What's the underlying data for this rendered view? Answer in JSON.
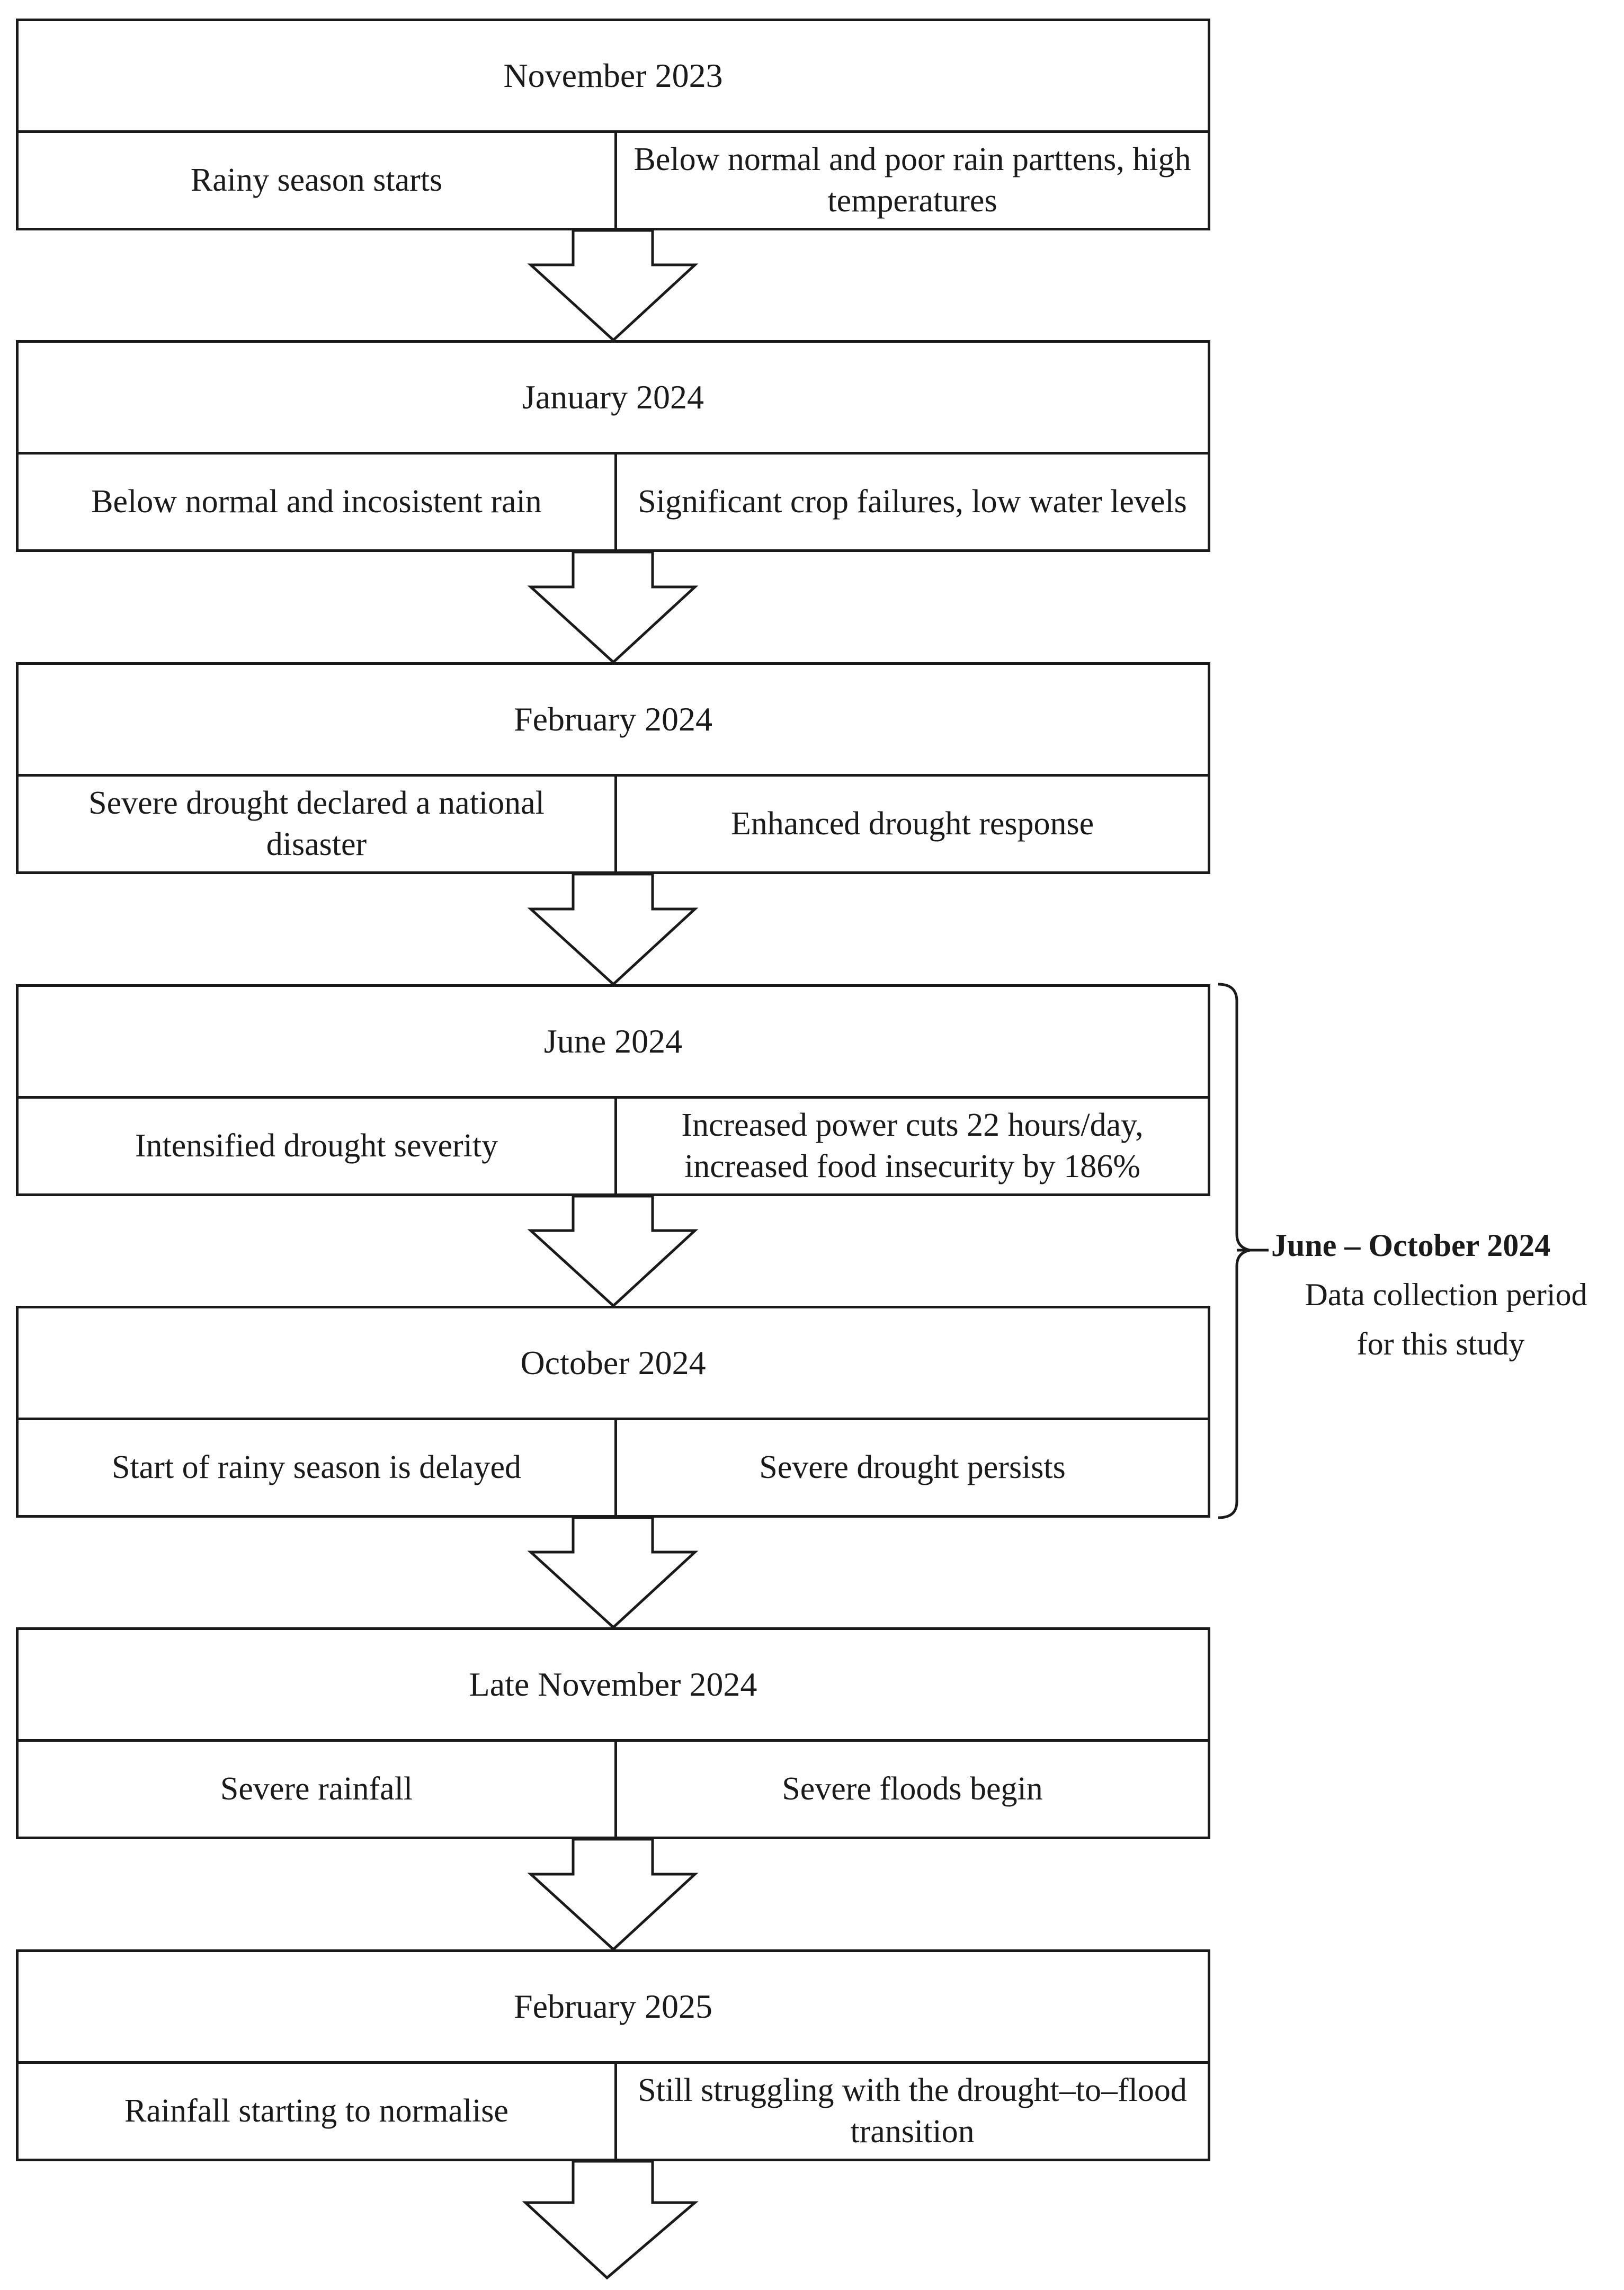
{
  "stages": [
    {
      "title": "November 2023",
      "left": "Rainy season starts",
      "right": "Below normal and poor rain parttens, high temperatures"
    },
    {
      "title": "January 2024",
      "left": "Below normal  and incosistent rain",
      "right": "Significant crop failures, low water levels"
    },
    {
      "title": "February 2024",
      "left": "Severe drought declared a national disaster",
      "right": "Enhanced drought response"
    },
    {
      "title": "June 2024",
      "left": "Intensified drought severity",
      "right": "Increased power cuts 22 hours/day, increased food insecurity by 186%"
    },
    {
      "title": "October 2024",
      "left": "Start of rainy season is delayed",
      "right": "Severe drought persists"
    },
    {
      "title": "Late November 2024",
      "left": "Severe rainfall",
      "right": "Severe floods begin"
    },
    {
      "title": "February 2025",
      "left": "Rainfall starting to normalise",
      "right": "Still struggling with the drought–to–flood transition"
    }
  ],
  "bracket": {
    "heading": "June – October 2024",
    "line1": "Data collection period",
    "line2": "for this study"
  }
}
